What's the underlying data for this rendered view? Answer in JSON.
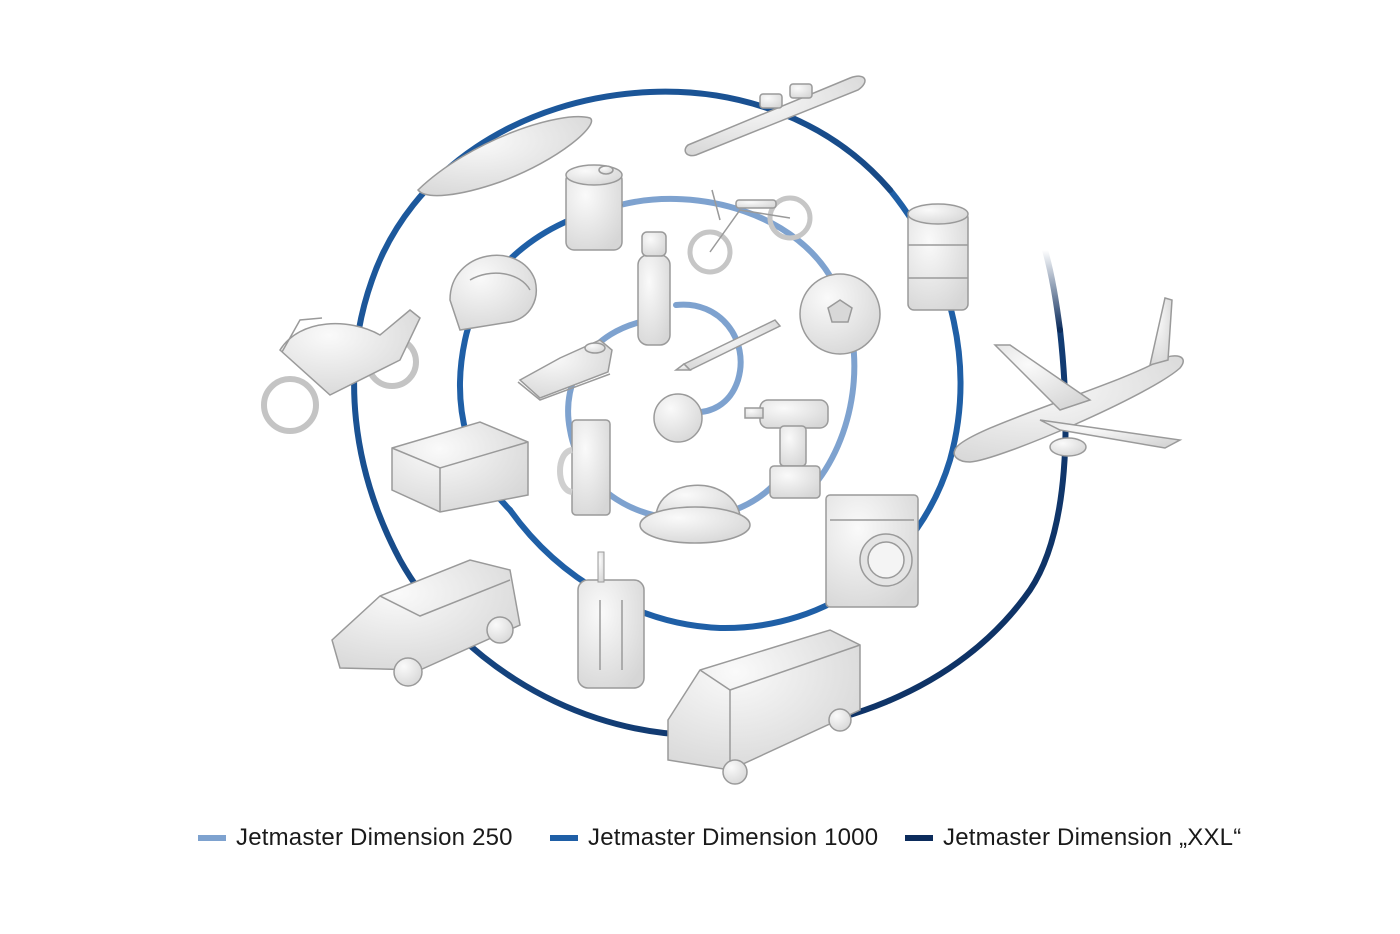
{
  "colors": {
    "dimension_250": "#7ea2cf",
    "dimension_1000": "#1f5fa6",
    "dimension_xxl": "#0c2c5c",
    "object_fill": "#ececec",
    "object_stroke": "#9a9a9a"
  },
  "legend": [
    {
      "label": "Jetmaster Dimension 250",
      "color": "#7ea2cf"
    },
    {
      "label": "Jetmaster Dimension 1000",
      "color": "#1f5fa6"
    },
    {
      "label": "Jetmaster Dimension „XXL“",
      "color": "#0c2c5c"
    }
  ],
  "objects": {
    "dimension_250": [
      "sneaker",
      "pen",
      "ball",
      "drill",
      "hard-hat",
      "jug",
      "bottle"
    ],
    "dimension_1000": [
      "canister",
      "helmet",
      "balance-bike",
      "football",
      "washing-machine",
      "suitcase",
      "crate"
    ],
    "dimension_xxl": [
      "surfboard",
      "ski",
      "oil-barrel",
      "airplane",
      "van",
      "car",
      "motorcycle"
    ]
  }
}
